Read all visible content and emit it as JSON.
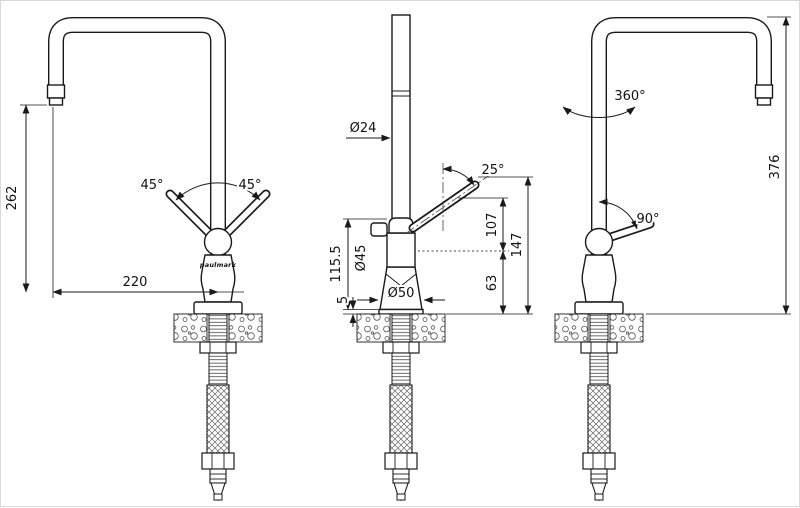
{
  "brand": "paulmark",
  "left_view": {
    "dim_height_to_spout": "262",
    "dim_spout_reach": "220",
    "angle_handle_left": "45°",
    "angle_handle_right": "45°"
  },
  "front_view": {
    "dim_spout_diameter": "Ø24",
    "angle_handle_tilt": "25°",
    "dim_body_height": "115.5",
    "dim_body_diameter": "Ø45",
    "dim_handle_height": "107",
    "dim_to_handle_top": "147",
    "dim_to_reference": "63",
    "dim_escutcheon_height": "5",
    "dim_base_diameter": "Ø50"
  },
  "right_view": {
    "angle_spout_swivel": "360°",
    "angle_handle_swing": "90°",
    "dim_overall_height": "376"
  }
}
